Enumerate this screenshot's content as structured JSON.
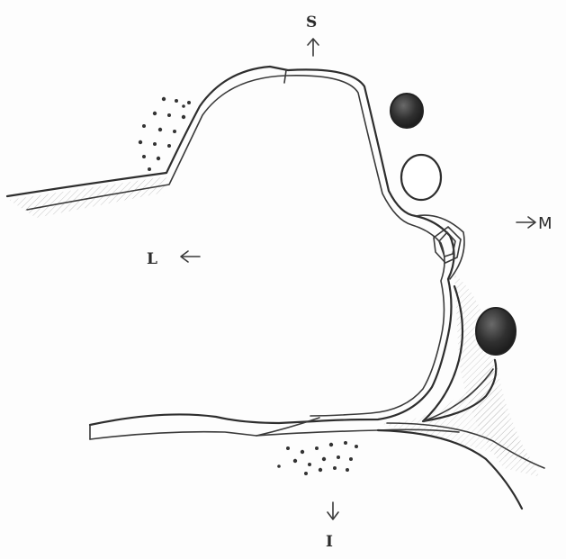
{
  "labels": {
    "superior": "S",
    "inferior": "I",
    "lateral": "L",
    "medial": "M"
  },
  "icons": {
    "superior_arrow": "arrow-up-icon",
    "inferior_arrow": "arrow-down-icon",
    "lateral_arrow": "arrow-left-icon",
    "medial_arrow": "arrow-right-icon"
  },
  "colors": {
    "ink": "#2e2e2e",
    "dark_fill": "#2f2f2f",
    "paper": "#fdfdfd"
  }
}
